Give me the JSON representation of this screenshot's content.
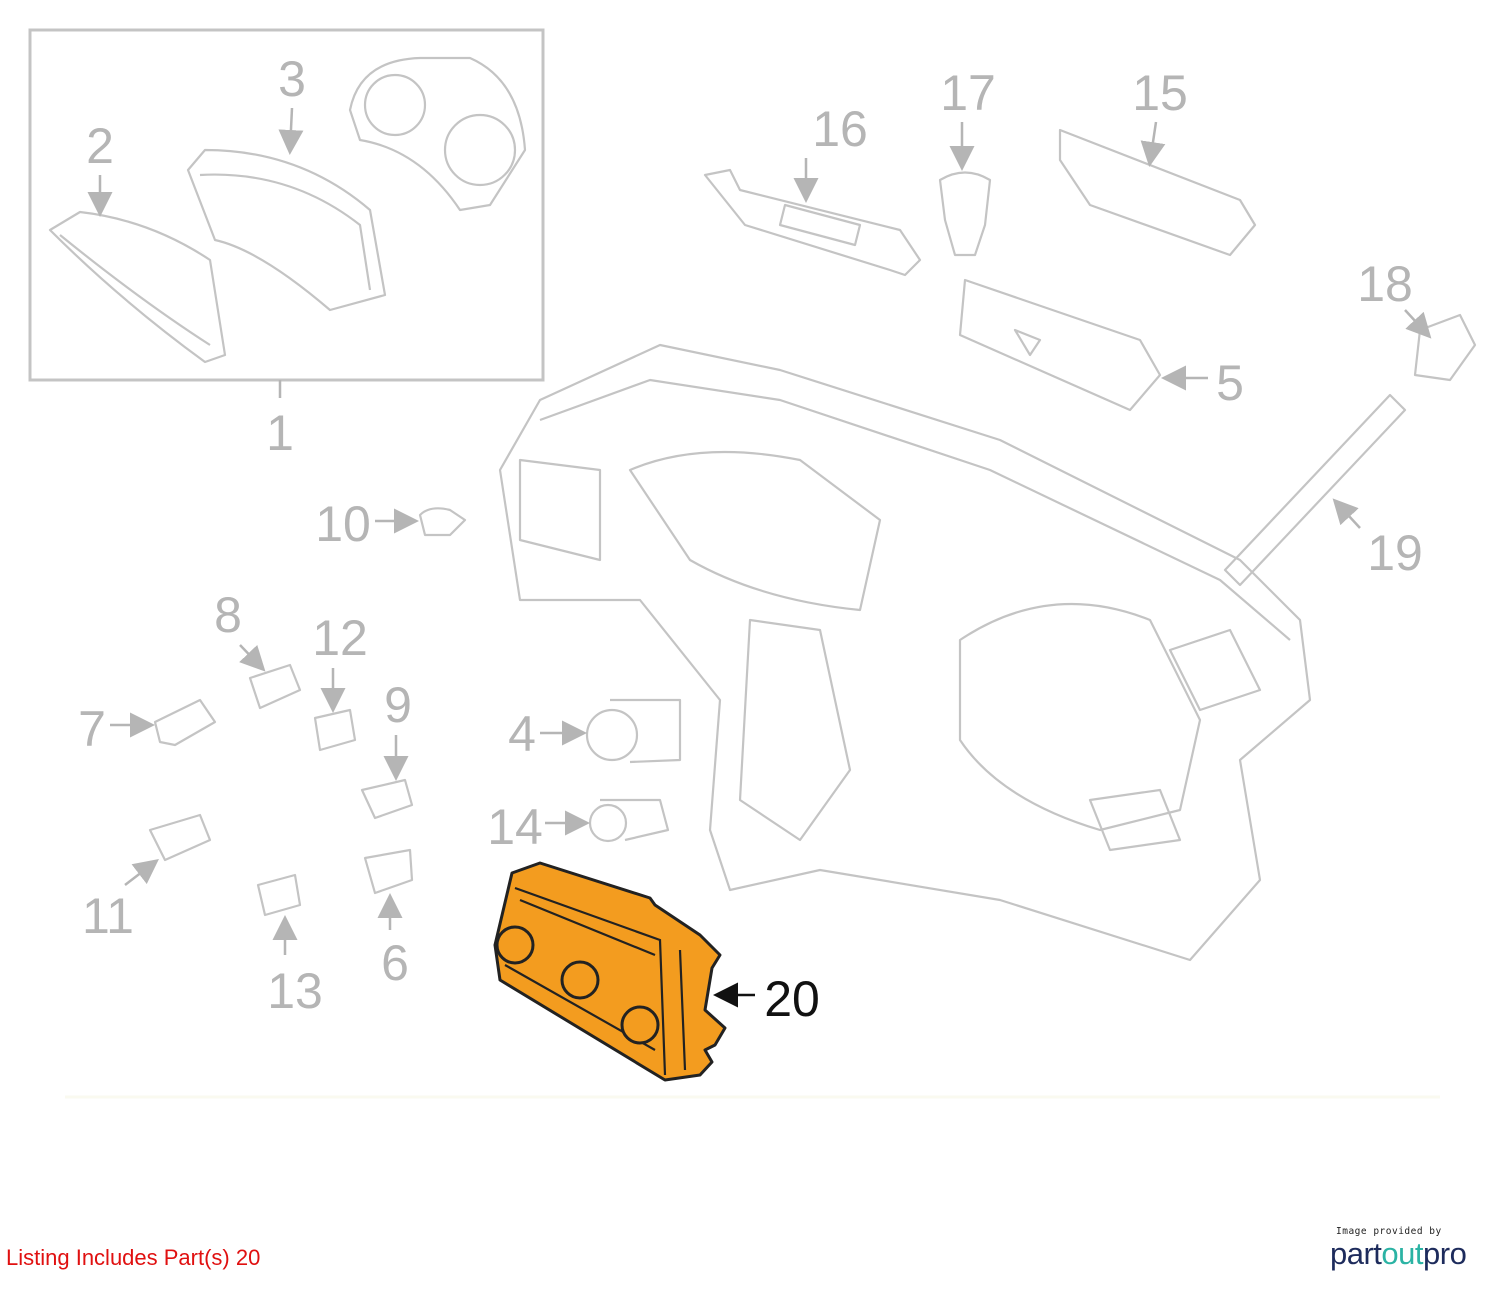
{
  "callouts": [
    "1",
    "2",
    "3",
    "4",
    "5",
    "6",
    "7",
    "8",
    "9",
    "10",
    "11",
    "12",
    "13",
    "14",
    "15",
    "16",
    "17",
    "18",
    "19",
    "20"
  ],
  "highlighted_part": "20",
  "colors": {
    "highlight": "#f39c1f",
    "callout": "#b5b5b5",
    "listing_text": "#e01010",
    "logo_primary": "#1d2b5c",
    "logo_accent": "#2bb3a4"
  },
  "footer": {
    "listing_text": "Listing Includes Part(s) 20",
    "credit_prefix": "Image provided by",
    "logo": {
      "part1": "part",
      "part2": "out",
      "part3": "pro"
    }
  }
}
